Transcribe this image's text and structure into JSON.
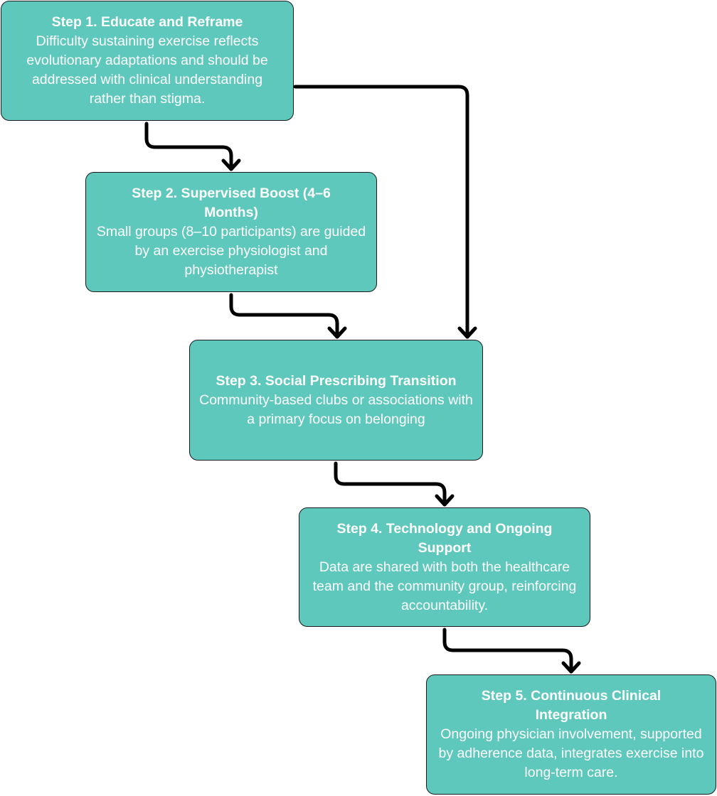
{
  "colors": {
    "box_fill": "#5ec8bd",
    "box_stroke": "#1b1b1b",
    "text": "#ffffff",
    "connector": "#000000"
  },
  "steps": [
    {
      "title": "Step 1. Educate and Reframe",
      "body": "Difficulty sustaining exercise reflects evolutionary adaptations and should be addressed with clinical understanding rather than stigma."
    },
    {
      "title": "Step 2. Supervised Boost (4–6 Months)",
      "body": "Small groups (8–10 participants) are guided by an exercise physiologist and physiotherapist"
    },
    {
      "title": "Step 3. Social Prescribing Transition",
      "body": "Community-based clubs or associations with a primary focus on belonging"
    },
    {
      "title": "Step 4. Technology and Ongoing Support",
      "body": "Data are shared with both the healthcare team and the community group, reinforcing accountability."
    },
    {
      "title": "Step 5. Continuous Clinical Integration",
      "body": "Ongoing physician involvement, supported by adherence data, integrates exercise into long-term care."
    }
  ],
  "connections": [
    {
      "from": "Step 1",
      "to": "Step 2"
    },
    {
      "from": "Step 1",
      "to": "Step 3"
    },
    {
      "from": "Step 2",
      "to": "Step 3"
    },
    {
      "from": "Step 3",
      "to": "Step 4"
    },
    {
      "from": "Step 4",
      "to": "Step 5"
    }
  ]
}
